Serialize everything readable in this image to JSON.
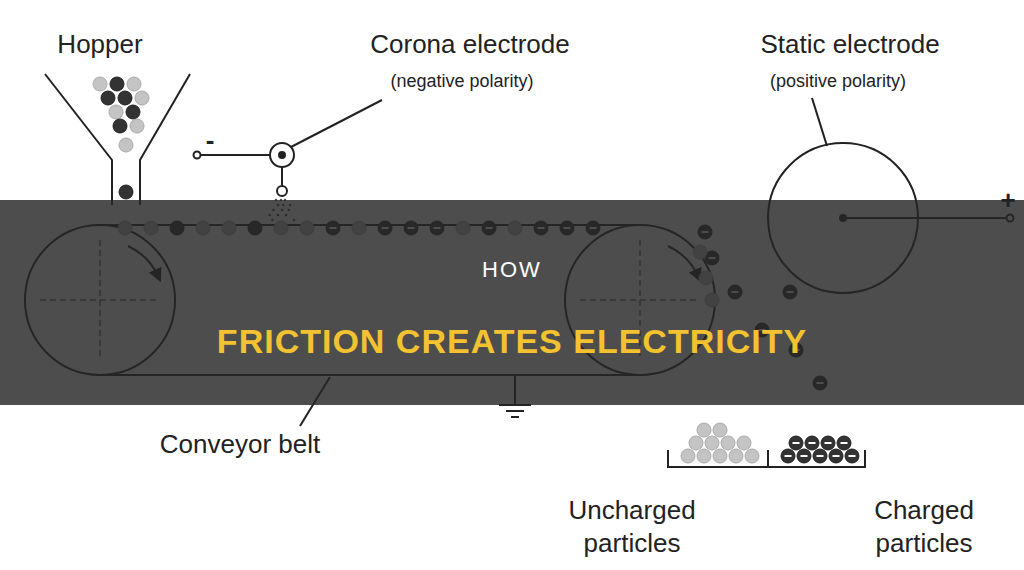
{
  "diagram": {
    "labels": [
      "Hopper",
      "Corona electrode",
      "(negative polarity)",
      "-",
      "Static electrode",
      "(positive polarity)",
      "+",
      "Conveyor belt",
      "Uncharged particles",
      "Charged particles",
      "HOW",
      "FRICTION CREATES ELECTRICITY"
    ]
  }
}
